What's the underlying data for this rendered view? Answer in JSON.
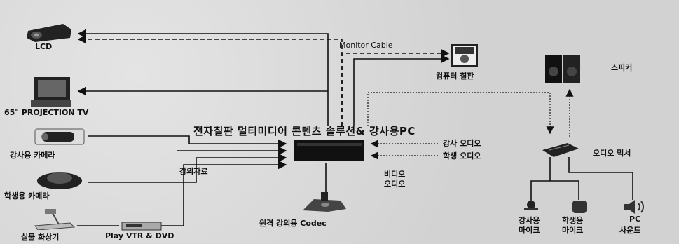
{
  "labels": {
    "lcd": "LCD",
    "projection_tv": "65\" PROJECTION TV",
    "instructor_camera": "강사용 카메라",
    "student_camera": "학생용 카메라",
    "document_camera": "실물 화상기",
    "vtr_dvd": "Play VTR & DVD",
    "lecture_material": "강의자료",
    "main_solution": "전자칠판 멀티미디어 콘텐츠 솔루션& 강사용PC",
    "monitor_cable": "Monitor Cable",
    "computer_board": "컴퓨터 칠판",
    "speaker": "스피커",
    "instructor_audio": "강사 오디오",
    "student_audio": "학생 오디오",
    "video_audio_1": "비디오",
    "video_audio_2": "오디오",
    "codec": "원격 강의용 Codec",
    "audio_mixer": "오디오 믹서",
    "instructor_mic_1": "강사용",
    "instructor_mic_2": "마이크",
    "student_mic_1": "학생용",
    "student_mic_2": "마이크",
    "pc_sound_1": "PC",
    "pc_sound_2": "사운드"
  },
  "icons": [
    "lcd-projector-icon",
    "projection-tv-icon",
    "camera-icon",
    "dome-camera-icon",
    "document-camera-icon",
    "vcr-icon",
    "pc-unit-icon",
    "computer-board-icon",
    "speaker-icon",
    "codec-icon",
    "audio-mixer-icon",
    "microphone-icon",
    "speaker-sound-icon"
  ]
}
